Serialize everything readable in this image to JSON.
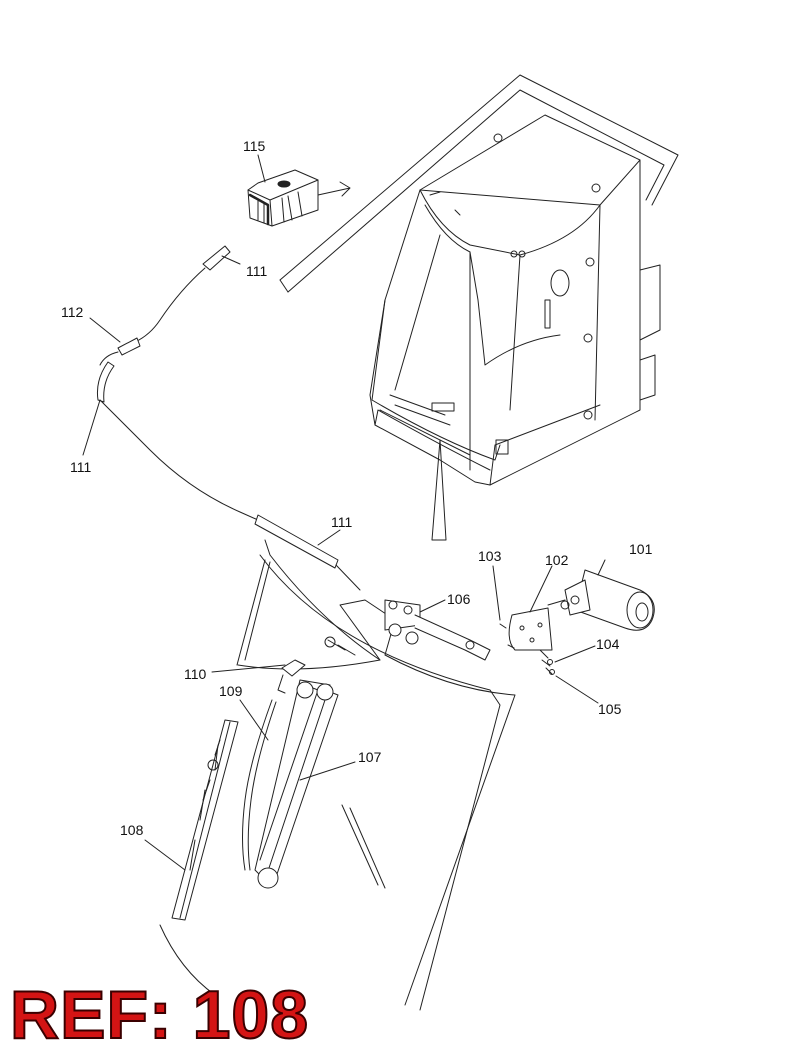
{
  "labels": {
    "p101": "101",
    "p102": "102",
    "p103": "103",
    "p104": "104",
    "p105": "105",
    "p106": "106",
    "p107": "107",
    "p108": "108",
    "p109": "109",
    "p110": "110",
    "p111_a": "111",
    "p111_b": "111",
    "p111_c": "111",
    "p112": "112",
    "p115": "115"
  },
  "ref": {
    "prefix": "REF:",
    "number": "108"
  },
  "colors": {
    "line": "#222222",
    "ref_text": "#d41414",
    "part_fill": "#ffffff"
  }
}
